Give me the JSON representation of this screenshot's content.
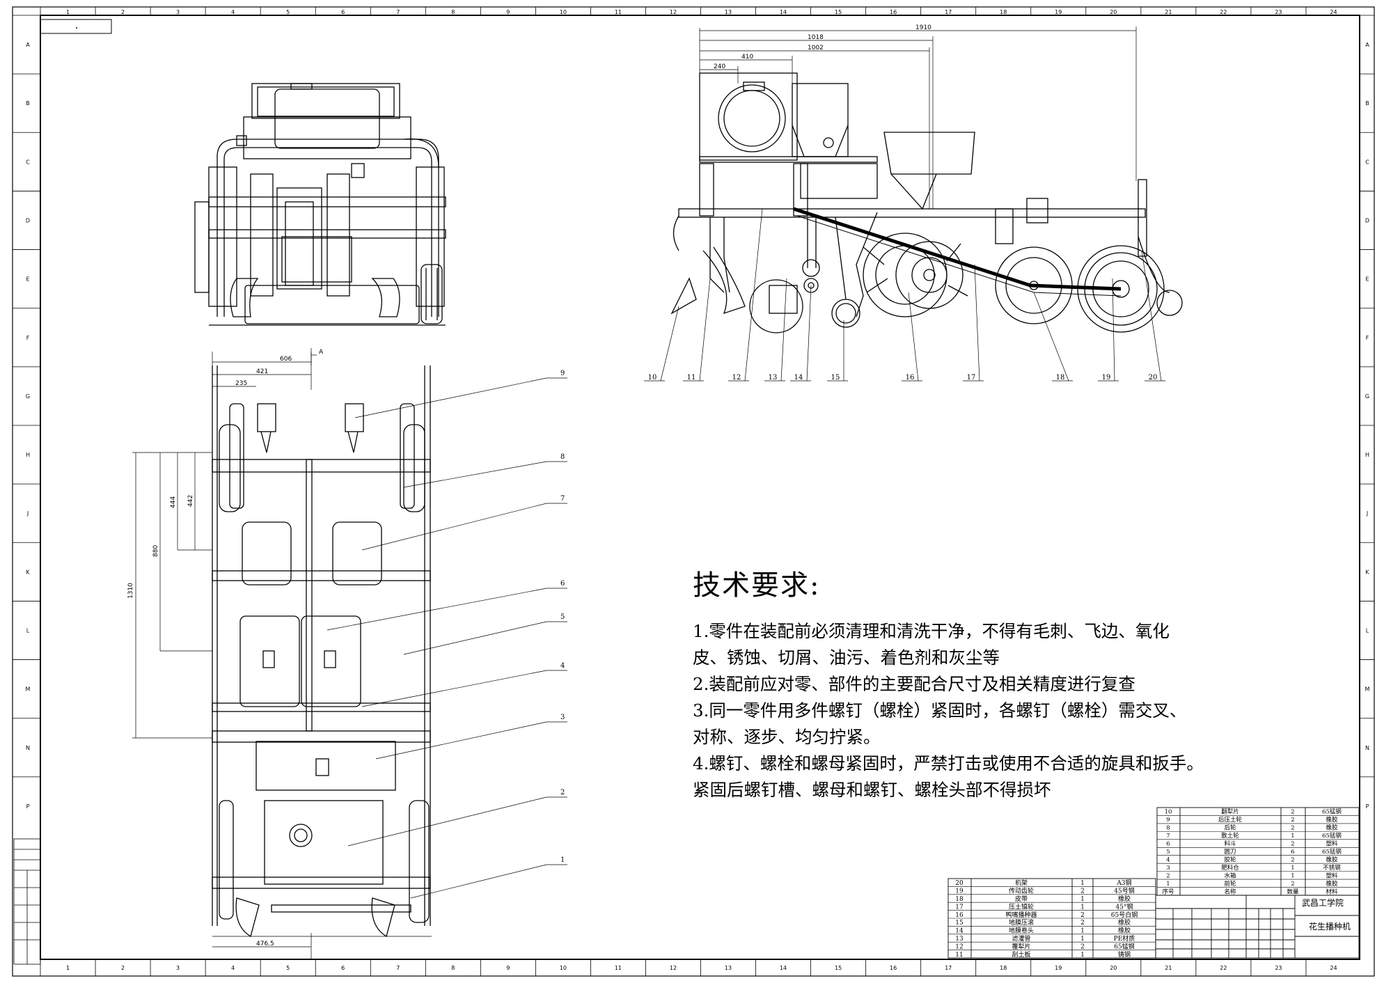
{
  "grid": {
    "columns": [
      "1",
      "2",
      "3",
      "4",
      "5",
      "6",
      "7",
      "8",
      "9",
      "10",
      "11",
      "12",
      "13",
      "14",
      "15",
      "16",
      "17",
      "18",
      "19",
      "20",
      "21",
      "22",
      "23",
      "24"
    ],
    "rows": [
      "A",
      "B",
      "C",
      "D",
      "E",
      "F",
      "G",
      "H",
      "J",
      "K",
      "L",
      "M",
      "N",
      "P"
    ]
  },
  "side_view": {
    "dims": [
      "1910",
      "1018",
      "1002",
      "410",
      "240"
    ],
    "callouts": [
      "10",
      "11",
      "12",
      "13",
      "14",
      "15",
      "16",
      "17",
      "18",
      "19",
      "20"
    ]
  },
  "top_view": {
    "dims": {
      "d606": "606",
      "d421": "421",
      "d235": "235",
      "d444": "444",
      "d442": "442",
      "d880": "880",
      "d1310": "1310",
      "d476": "476.5",
      "arrow": "A"
    },
    "callouts": [
      "9",
      "8",
      "7",
      "6",
      "5",
      "4",
      "3",
      "2",
      "1"
    ]
  },
  "tech": {
    "title": "技术要求:",
    "lines": [
      "1.零件在装配前必须清理和清洗干净，不得有毛刺、飞边、氧化",
      "皮、锈蚀、切屑、油污、着色剂和灰尘等",
      "2.装配前应对零、部件的主要配合尺寸及相关精度进行复查",
      " 3.同一零件用多件螺钉（螺栓）紧固时，各螺钉（螺栓）需交叉、",
      "对称、逐步、均匀拧紧。",
      "4.螺钉、螺栓和螺母紧固时，严禁打击或使用不合适的旋具和扳手。",
      "紧固后螺钉槽、螺母和螺钉、螺栓头部不得损坏"
    ]
  },
  "bom_upper": [
    {
      "no": "10",
      "name": "翻犁片",
      "qty": "2",
      "mat": "65锰钢"
    },
    {
      "no": "9",
      "name": "后压土轮",
      "qty": "2",
      "mat": "橡胶"
    },
    {
      "no": "8",
      "name": "后轮",
      "qty": "2",
      "mat": "橡胶"
    },
    {
      "no": "7",
      "name": "散土轮",
      "qty": "1",
      "mat": "65锰钢"
    },
    {
      "no": "6",
      "name": "料斗",
      "qty": "2",
      "mat": "塑料"
    },
    {
      "no": "5",
      "name": "圆刀",
      "qty": "6",
      "mat": "65锰钢"
    },
    {
      "no": "4",
      "name": "胶轮",
      "qty": "2",
      "mat": "橡胶"
    },
    {
      "no": "3",
      "name": "肥料仓",
      "qty": "1",
      "mat": "不锈钢"
    },
    {
      "no": "2",
      "name": "水箱",
      "qty": "1",
      "mat": "塑料"
    },
    {
      "no": "1",
      "name": "前轮",
      "qty": "2",
      "mat": "橡胶"
    }
  ],
  "bom_upper_header": {
    "no": "序号",
    "name": "名称",
    "qty": "数量",
    "mat": "材料"
  },
  "bom_lower": [
    {
      "no": "20",
      "name": "机架",
      "qty": "1",
      "mat": "A3钢"
    },
    {
      "no": "19",
      "name": "传动齿轮",
      "qty": "2",
      "mat": "45号钢"
    },
    {
      "no": "18",
      "name": "皮带",
      "qty": "1",
      "mat": "橡胶"
    },
    {
      "no": "17",
      "name": "压土镇轮",
      "qty": "1",
      "mat": "45°钢"
    },
    {
      "no": "16",
      "name": "鸭嘴播种器",
      "qty": "2",
      "mat": "65号白钢"
    },
    {
      "no": "15",
      "name": "地膜压滚",
      "qty": "2",
      "mat": "橡胶"
    },
    {
      "no": "14",
      "name": "地膜卷头",
      "qty": "1",
      "mat": "橡胶"
    },
    {
      "no": "13",
      "name": "滤灌管",
      "qty": "1",
      "mat": "PE材质"
    },
    {
      "no": "12",
      "name": "覆犁片",
      "qty": "2",
      "mat": "65锰钢"
    },
    {
      "no": "11",
      "name": "刮土板",
      "qty": "1",
      "mat": "铸钢"
    }
  ],
  "title_block": {
    "school": "武昌工学院",
    "product": "花生播种机"
  }
}
